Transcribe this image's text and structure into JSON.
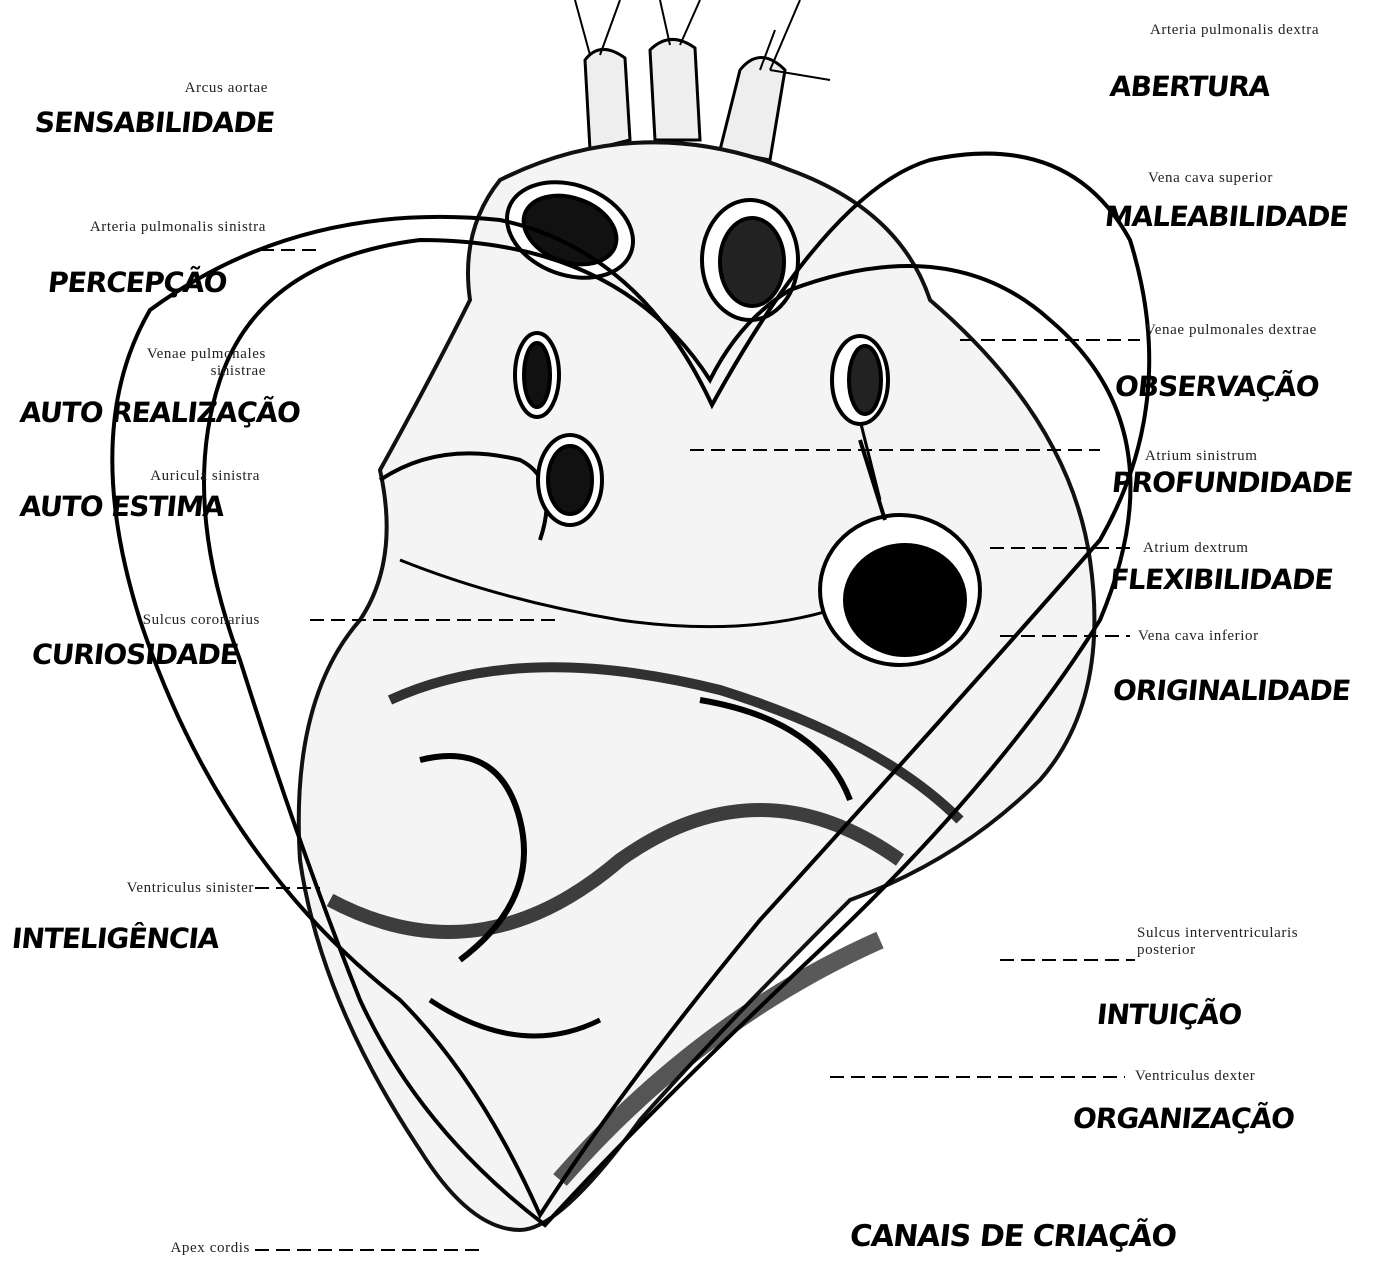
{
  "left_labels": [
    {
      "latin": "Arcus aortae",
      "handwritten": "SENSABILIDADE"
    },
    {
      "latin": "Arteria pulmonalis sinistra",
      "handwritten": "PERCEPÇÃO"
    },
    {
      "latin": "Venae pulmonales sinistrae",
      "handwritten": "AUTO REALIZAÇÃO"
    },
    {
      "latin": "Auricula sinistra",
      "handwritten": "AUTO ESTIMA"
    },
    {
      "latin": "Sulcus coronarius",
      "handwritten": "CURIOSIDADE"
    },
    {
      "latin": "Ventriculus sinister",
      "handwritten": "INTELIGÊNCIA"
    },
    {
      "latin": "Apex cordis",
      "handwritten": ""
    }
  ],
  "right_labels": [
    {
      "latin": "Arteria pulmonalis dextra",
      "handwritten": "ABERTURA"
    },
    {
      "latin": "Vena cava superior",
      "handwritten": "MALEABILIDADE"
    },
    {
      "latin": "Venae pulmonales dextrae",
      "handwritten": "OBSERVAÇÃO"
    },
    {
      "latin": "Atrium sinistrum",
      "handwritten": "PROFUNDIDADE"
    },
    {
      "latin": "Atrium dextrum",
      "handwritten": "FLEXIBILIDADE"
    },
    {
      "latin": "Vena cava inferior",
      "handwritten": "ORIGINALIDADE"
    },
    {
      "latin": "Sulcus interventricularis posterior",
      "handwritten": "INTUIÇÃO"
    },
    {
      "latin": "Ventriculus dexter",
      "handwritten": "ORGANIZAÇÃO"
    }
  ],
  "footer": {
    "handwritten": "CANAIS DE CRIAÇÃO"
  }
}
